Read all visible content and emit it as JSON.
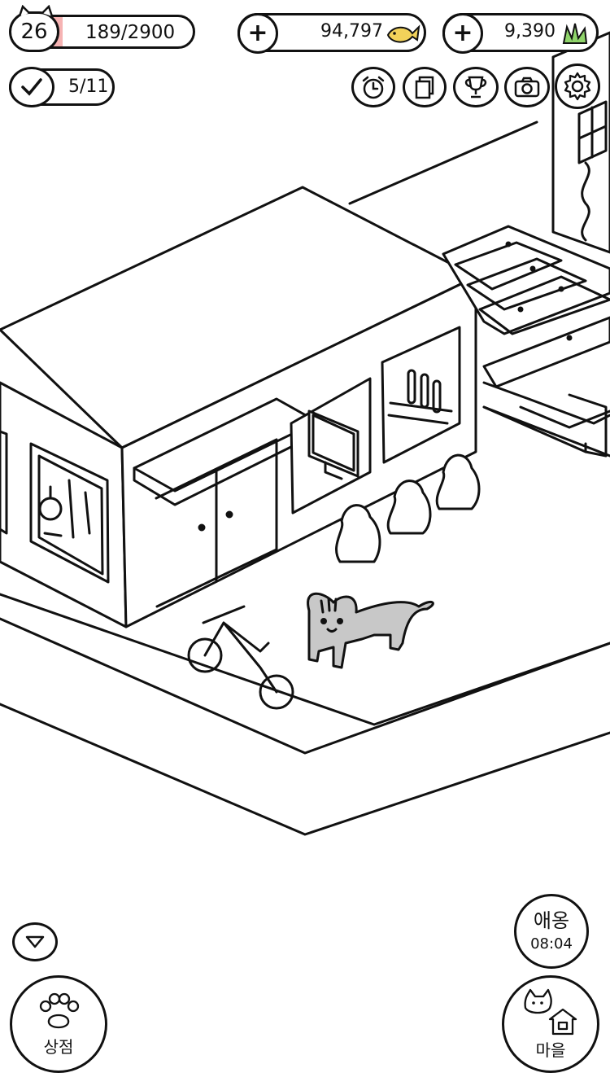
{
  "hud": {
    "level": "26",
    "xp_text": "189/2900",
    "xp_progress": 0.065,
    "fish_count": "94,797",
    "grass_count": "9,390",
    "quest_text": "5/11"
  },
  "toolbar": {
    "icons": [
      "alarm-clock-icon",
      "cards-icon",
      "trophy-icon",
      "camera-icon",
      "settings-gear-icon"
    ]
  },
  "player_tag": {
    "name": "애옹",
    "time": "08:04"
  },
  "bottom": {
    "shop_label": "상점",
    "village_label": "마을"
  },
  "colors": {
    "xp_bar": "#f6b3b3",
    "fish": "#f2d25a",
    "grass": "#8fd46a",
    "cat": "#c8c8c8",
    "ink": "#111111"
  }
}
